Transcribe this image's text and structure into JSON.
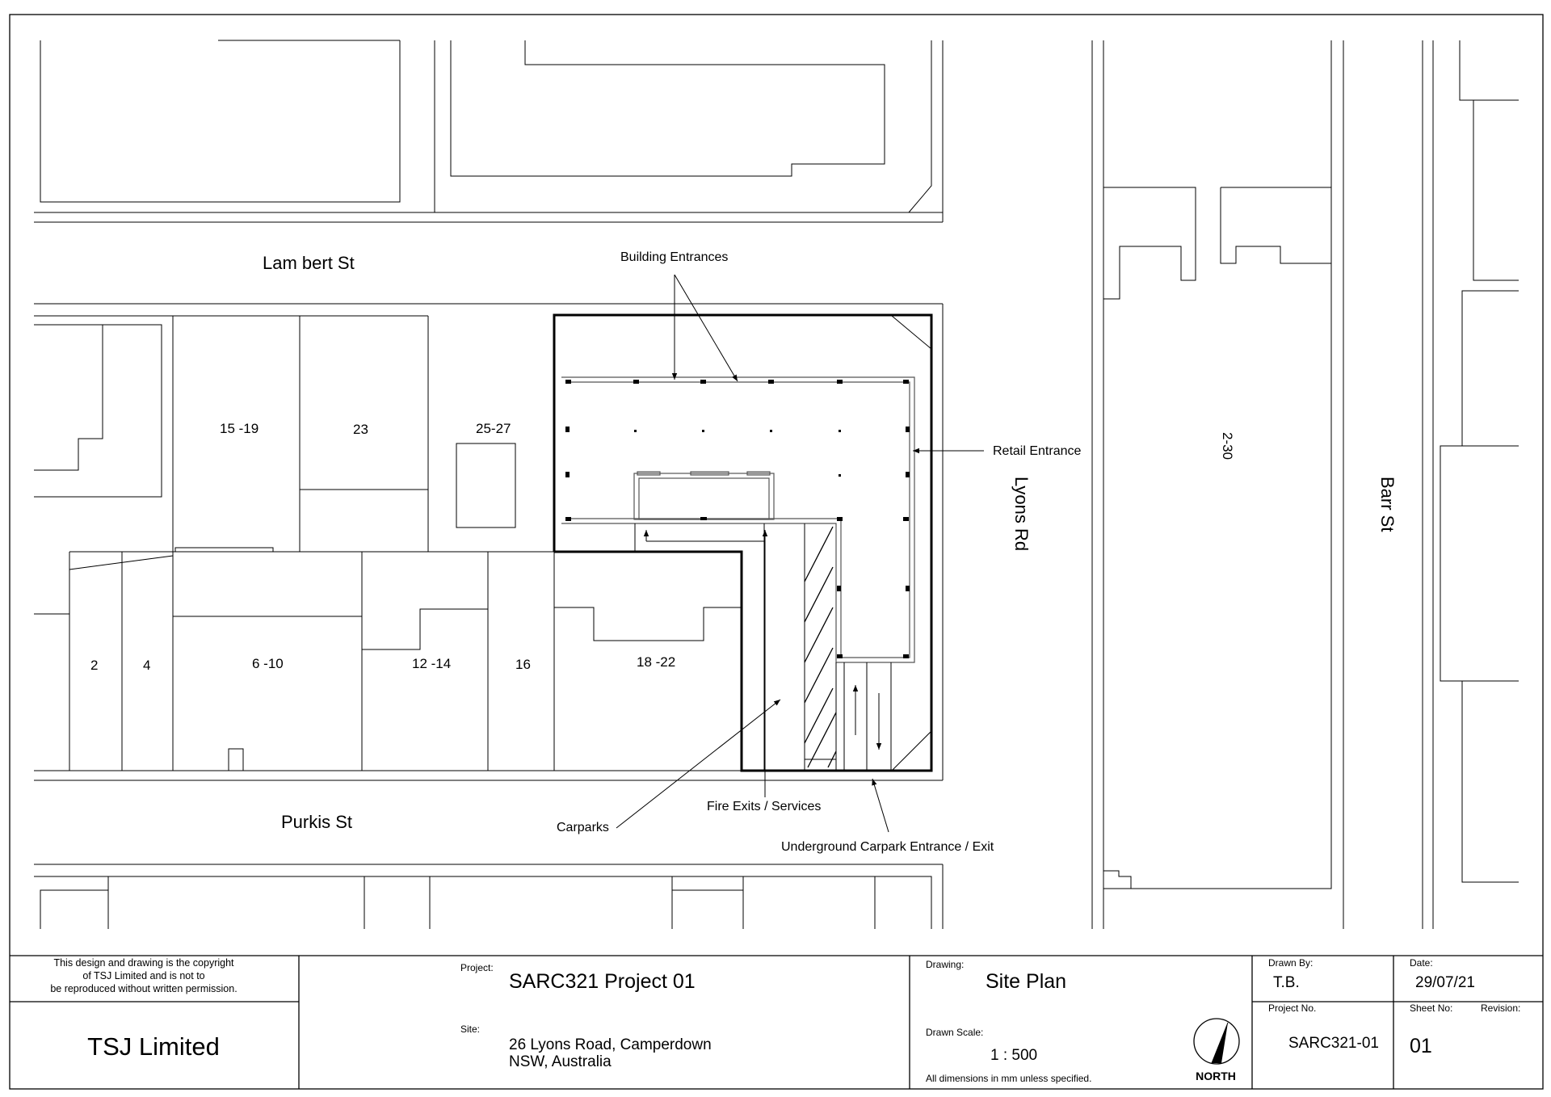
{
  "plan": {
    "streets": {
      "lambert": "Lam bert St",
      "purkis": "Purkis St",
      "lyons": "Lyons Rd",
      "barr": "Barr St"
    },
    "lots": {
      "l15_19": "15 -19",
      "l23": "23",
      "l25_27": "25-27",
      "l2": "2",
      "l4": "4",
      "l6_10": "6 -10",
      "l12_14": "12 -14",
      "l16": "16",
      "l18_22": "18 -22",
      "l2_30": "2-30"
    },
    "annotations": {
      "building_entrances": "Building Entrances",
      "retail_entrance": "Retail Entrance",
      "carparks": "Carparks",
      "fire_exits": "Fire Exits / Services",
      "underground_carpark": "Underground Carpark Entrance / Exit"
    }
  },
  "title_block": {
    "copyright_line1": "This design and drawing is the copyright",
    "copyright_line2": "of TSJ Limited and is not to",
    "copyright_line3": "be reproduced without written permission.",
    "company": "TSJ Limited",
    "project_label": "Project:",
    "project_value": "SARC321 Project 01",
    "site_label": "Site:",
    "site_line1": "26 Lyons Road, Camperdown",
    "site_line2": "NSW, Australia",
    "drawing_label": "Drawing:",
    "drawing_value": "Site Plan",
    "scale_label": "Drawn Scale:",
    "scale_value": "1 : 500",
    "dimensions_note": "All dimensions in mm unless specified.",
    "north_label": "NORTH",
    "drawn_by_label": "Drawn By:",
    "drawn_by_value": "T.B.",
    "date_label": "Date:",
    "date_value": "29/07/21",
    "project_no_label": "Project No.",
    "project_no_value": "SARC321-01",
    "sheet_label": "Sheet No:",
    "sheet_value": "01",
    "revision_label": "Revision:"
  }
}
